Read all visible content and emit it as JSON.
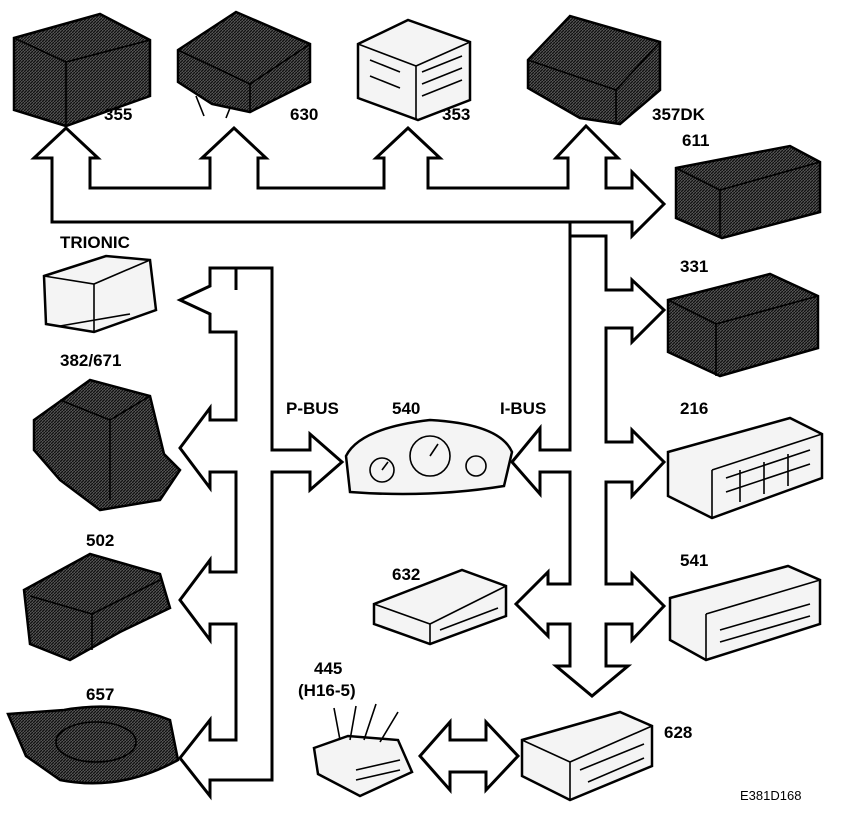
{
  "units": [
    {
      "key": "u355",
      "label": "355"
    },
    {
      "key": "u630",
      "label": "630"
    },
    {
      "key": "u353",
      "label": "353"
    },
    {
      "key": "u357",
      "label": "357DK"
    },
    {
      "key": "u611",
      "label": "611"
    },
    {
      "key": "u331",
      "label": "331"
    },
    {
      "key": "u216",
      "label": "216"
    },
    {
      "key": "u541",
      "label": "541"
    },
    {
      "key": "u628",
      "label": "628"
    },
    {
      "key": "u632",
      "label": "632"
    },
    {
      "key": "u540",
      "label": "540"
    },
    {
      "key": "utrionic",
      "label": "TRIONIC"
    },
    {
      "key": "u382",
      "label": "382/671"
    },
    {
      "key": "u502",
      "label": "502"
    },
    {
      "key": "u657",
      "label": "657"
    },
    {
      "key": "u445",
      "label": "445"
    },
    {
      "key": "u445b",
      "label": "(H16-5)"
    }
  ],
  "buses": {
    "p_bus": "P-BUS",
    "i_bus": "I-BUS"
  },
  "figure_id": "E381D168"
}
